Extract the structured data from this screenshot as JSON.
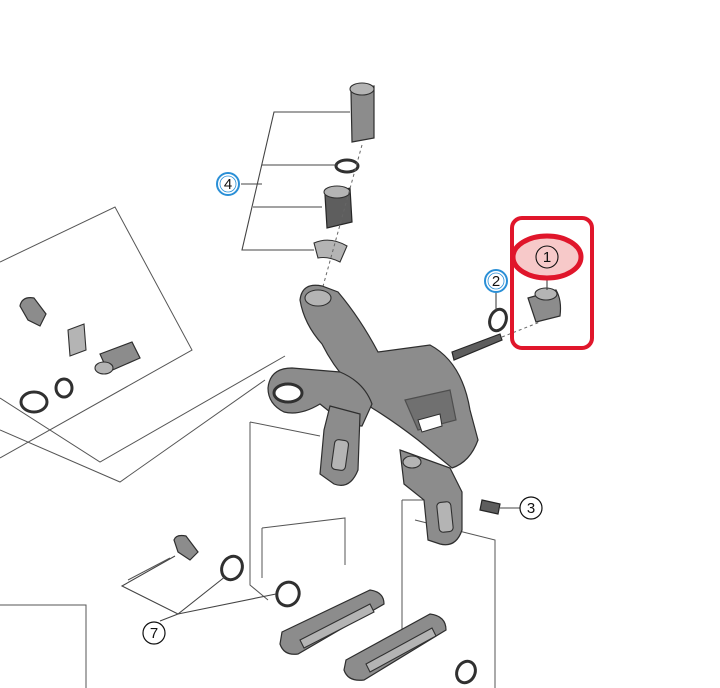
{
  "diagram": {
    "callouts": [
      {
        "id": "1",
        "label": "1",
        "style": "highlighted-pink"
      },
      {
        "id": "2",
        "label": "2",
        "style": "blue-circle"
      },
      {
        "id": "3",
        "label": "3",
        "style": "plain-circle"
      },
      {
        "id": "4",
        "label": "4",
        "style": "blue-circle"
      },
      {
        "id": "7",
        "label": "7",
        "style": "plain-circle"
      }
    ],
    "highlight": {
      "target": "1",
      "border_color": "#e0162b",
      "fill_color": "#f7c9c9"
    },
    "callout_blue": "#2a8fd6"
  }
}
